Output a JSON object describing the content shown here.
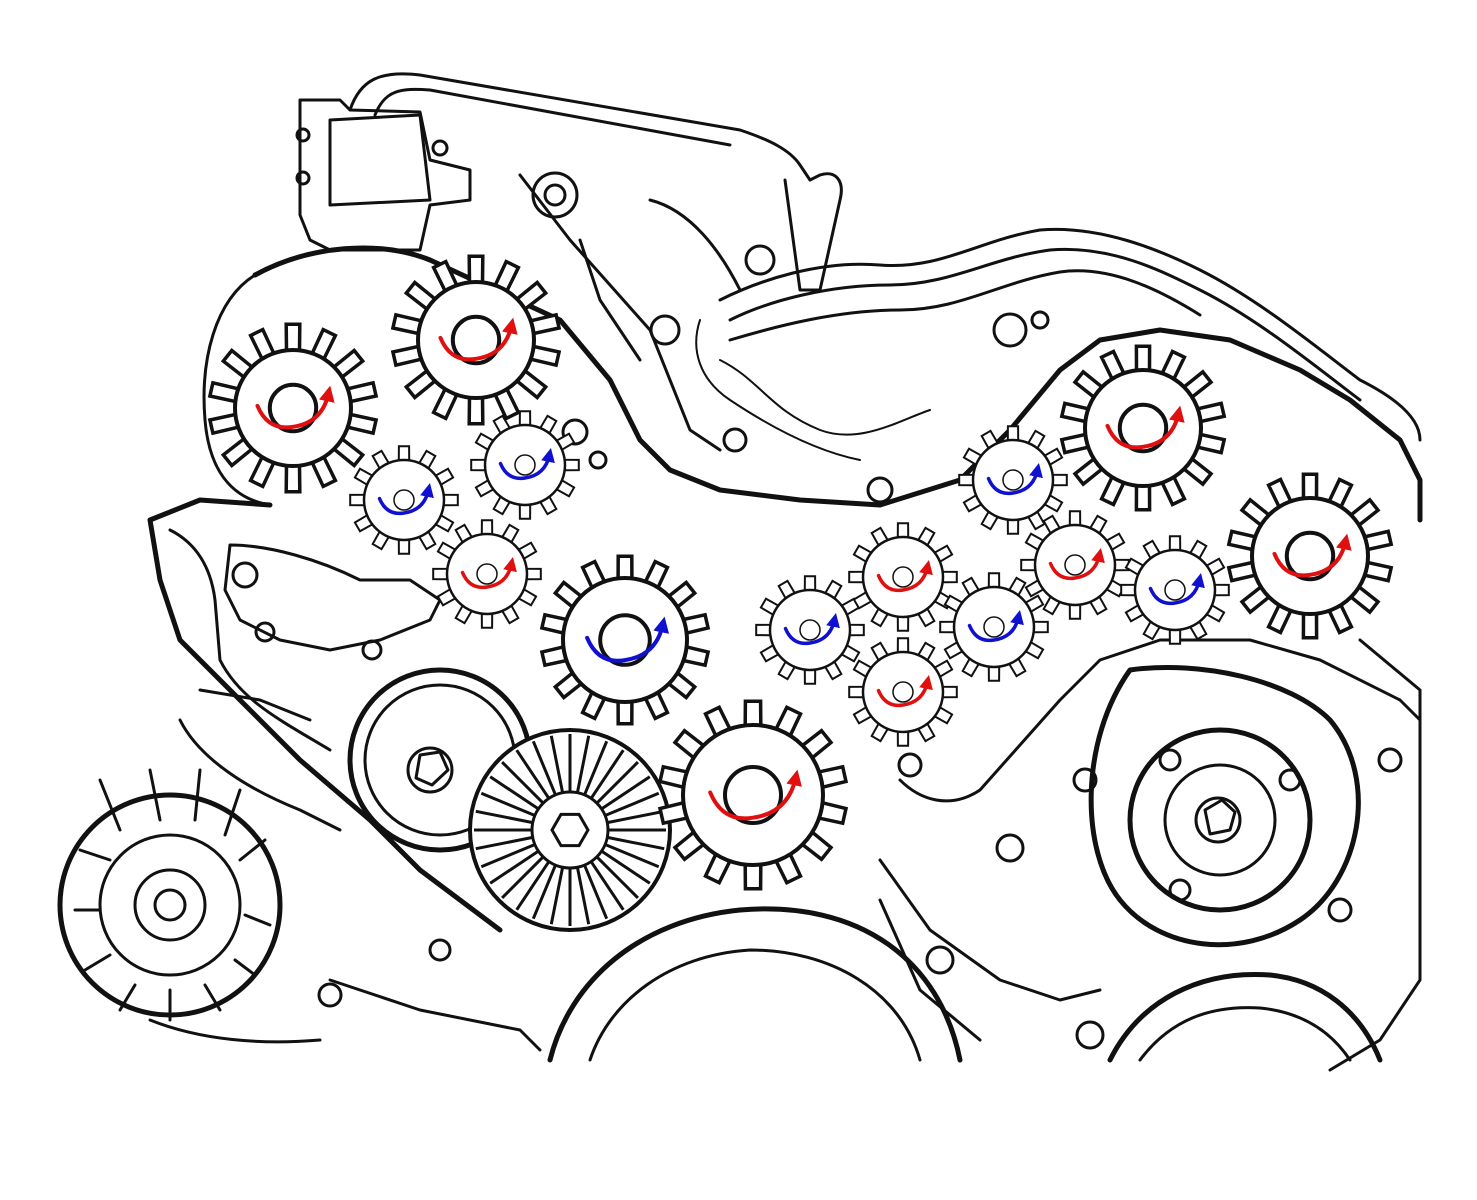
{
  "colors": {
    "line": "#111111",
    "background": "#ffffff",
    "clockwise_arrow": "#e01010",
    "counter_arrow": "#1010d0"
  },
  "gears": [
    {
      "id": "left-cam-upper",
      "teeth": 14,
      "size": "large",
      "arrow": "red"
    },
    {
      "id": "left-cam-upper-2",
      "teeth": 14,
      "size": "large",
      "arrow": "red"
    },
    {
      "id": "left-idler-a",
      "teeth": 12,
      "size": "small",
      "arrow": "blue"
    },
    {
      "id": "left-idler-b",
      "teeth": 12,
      "size": "small",
      "arrow": "blue"
    },
    {
      "id": "left-idler-c",
      "teeth": 12,
      "size": "small",
      "arrow": "red"
    },
    {
      "id": "center-drive",
      "teeth": 14,
      "size": "large",
      "arrow": "blue"
    },
    {
      "id": "crank",
      "teeth": 14,
      "size": "large",
      "arrow": "red"
    },
    {
      "id": "mid-idler-a",
      "teeth": 12,
      "size": "small",
      "arrow": "blue"
    },
    {
      "id": "mid-idler-b",
      "teeth": 12,
      "size": "small",
      "arrow": "red"
    },
    {
      "id": "mid-idler-c",
      "teeth": 12,
      "size": "small",
      "arrow": "red"
    },
    {
      "id": "mid-idler-d",
      "teeth": 12,
      "size": "small",
      "arrow": "blue"
    },
    {
      "id": "right-idler-a",
      "teeth": 12,
      "size": "small",
      "arrow": "blue"
    },
    {
      "id": "right-idler-b",
      "teeth": 12,
      "size": "small",
      "arrow": "red"
    },
    {
      "id": "right-idler-c",
      "teeth": 12,
      "size": "small",
      "arrow": "blue"
    },
    {
      "id": "right-cam-upper",
      "teeth": 14,
      "size": "large",
      "arrow": "red"
    },
    {
      "id": "right-cam-lower",
      "teeth": 14,
      "size": "large",
      "arrow": "red"
    }
  ]
}
